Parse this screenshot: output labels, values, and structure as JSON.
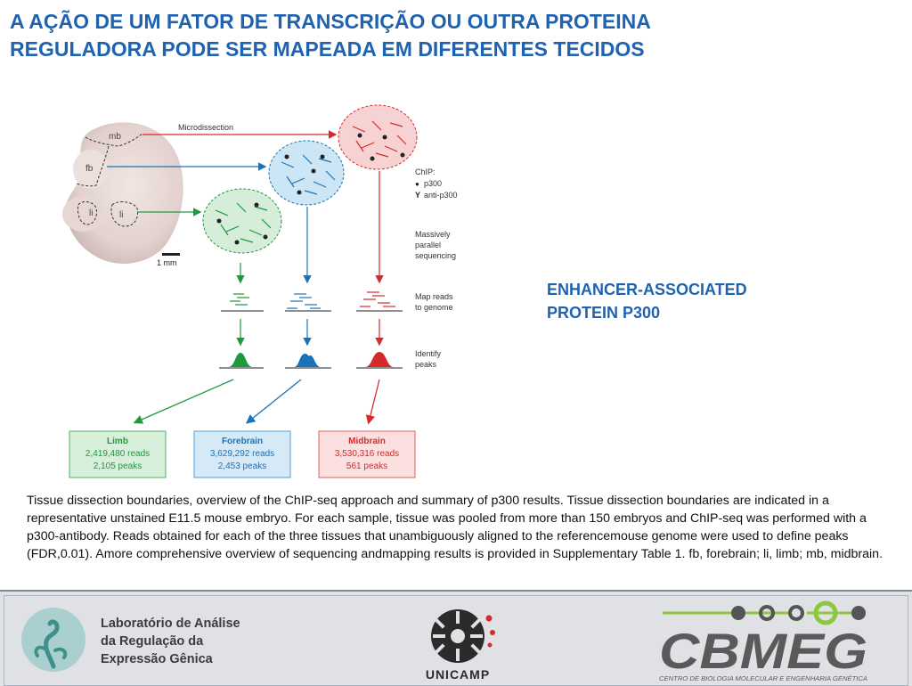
{
  "title": {
    "line1": "A AÇÃO DE UM FATOR DE TRANSCRIÇÃO OU OUTRA PROTEINA",
    "line2": "REGULADORA PODE SER MAPEADA EM DIFERENTES TECIDOS"
  },
  "side_label": {
    "line1": "ENHANCER-ASSOCIATED",
    "line2": "PROTEIN P300"
  },
  "figure": {
    "embryo_labels": {
      "mb": "mb",
      "fb": "fb",
      "li_left": "li",
      "li_right": "li"
    },
    "scale_bar": "1 mm",
    "microdissection": "Microdissection",
    "legend": {
      "chip": "ChIP:",
      "p300_symbol": "●",
      "p300": "p300",
      "antibody_symbol": "Y",
      "anti_p300": "anti-p300"
    },
    "steps": {
      "seq_line1": "Massively",
      "seq_line2": "parallel",
      "seq_line3": "sequencing",
      "map_line1": "Map reads",
      "map_line2": "to genome",
      "peaks_line1": "Identify",
      "peaks_line2": "peaks"
    },
    "results": [
      {
        "name": "Limb",
        "reads": "2,419,480 reads",
        "peaks": "2,105 peaks",
        "color": "#1e9a3c",
        "fill": "#d8efdc",
        "border": "#55b068"
      },
      {
        "name": "Forebrain",
        "reads": "3,629,292 reads",
        "peaks": "2,453 peaks",
        "color": "#1a73b8",
        "fill": "#d5e9f7",
        "border": "#4f9ed6"
      },
      {
        "name": "Midbrain",
        "reads": "3,530,316 reads",
        "peaks": "561 peaks",
        "color": "#d62a2a",
        "fill": "#fbe0df",
        "border": "#e0605f"
      }
    ]
  },
  "caption": "Tissue dissection boundaries, overview of the ChIP-seq approach and summary of p300 results. Tissue dissection boundaries are indicated in a representative unstained E11.5 mouse embryo. For each sample, tissue was pooled from more than 150 embryos and ChIP-seq was performed with a p300-antibody. Reads obtained for each of the three tissues that unambiguously aligned to the referencemouse genome were used to define peaks (FDR,0.01). Amore comprehensive overview of sequencing andmapping results is provided in Supplementary Table 1. fb, forebrain; li, limb; mb, midbrain.",
  "footer": {
    "lab_line1": "Laboratório de Análise",
    "lab_line2": "da Regulação da",
    "lab_line3": "Expressão Gênica",
    "unicamp": "UNICAMP",
    "cbmeg": "CBMEG",
    "cbmeg_subtitle": "CENTRO DE BIOLOGIA MOLECULAR E ENGENHARIA GENÉTICA"
  },
  "colors": {
    "title_blue": "#1f63b0",
    "limb_green": "#1e9a3c",
    "forebrain_blue": "#1a73b8",
    "midbrain_red": "#d62a2a",
    "cbmeg_green": "#8dc63f"
  }
}
